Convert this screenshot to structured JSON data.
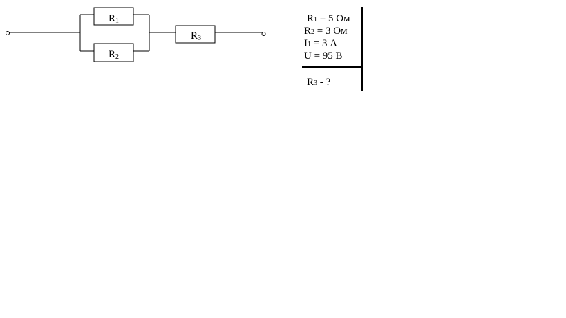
{
  "circuit": {
    "resistors": [
      {
        "id": "r1",
        "letter": "R",
        "sub": "1"
      },
      {
        "id": "r2",
        "letter": "R",
        "sub": "2"
      },
      {
        "id": "r3",
        "letter": "R",
        "sub": "3"
      }
    ]
  },
  "given": [
    {
      "letter": "R",
      "sub": "1",
      "rest": " = 5 Ом"
    },
    {
      "letter": "R",
      "sub": "2",
      "rest": " = 3 Ом"
    },
    {
      "letter": "I",
      "sub": "1",
      "rest": " = 3 А"
    },
    {
      "letter": "U",
      "sub": "",
      "rest": " = 95 В"
    }
  ],
  "find": {
    "letter": "R",
    "sub": "3",
    "rest": " - ?"
  }
}
